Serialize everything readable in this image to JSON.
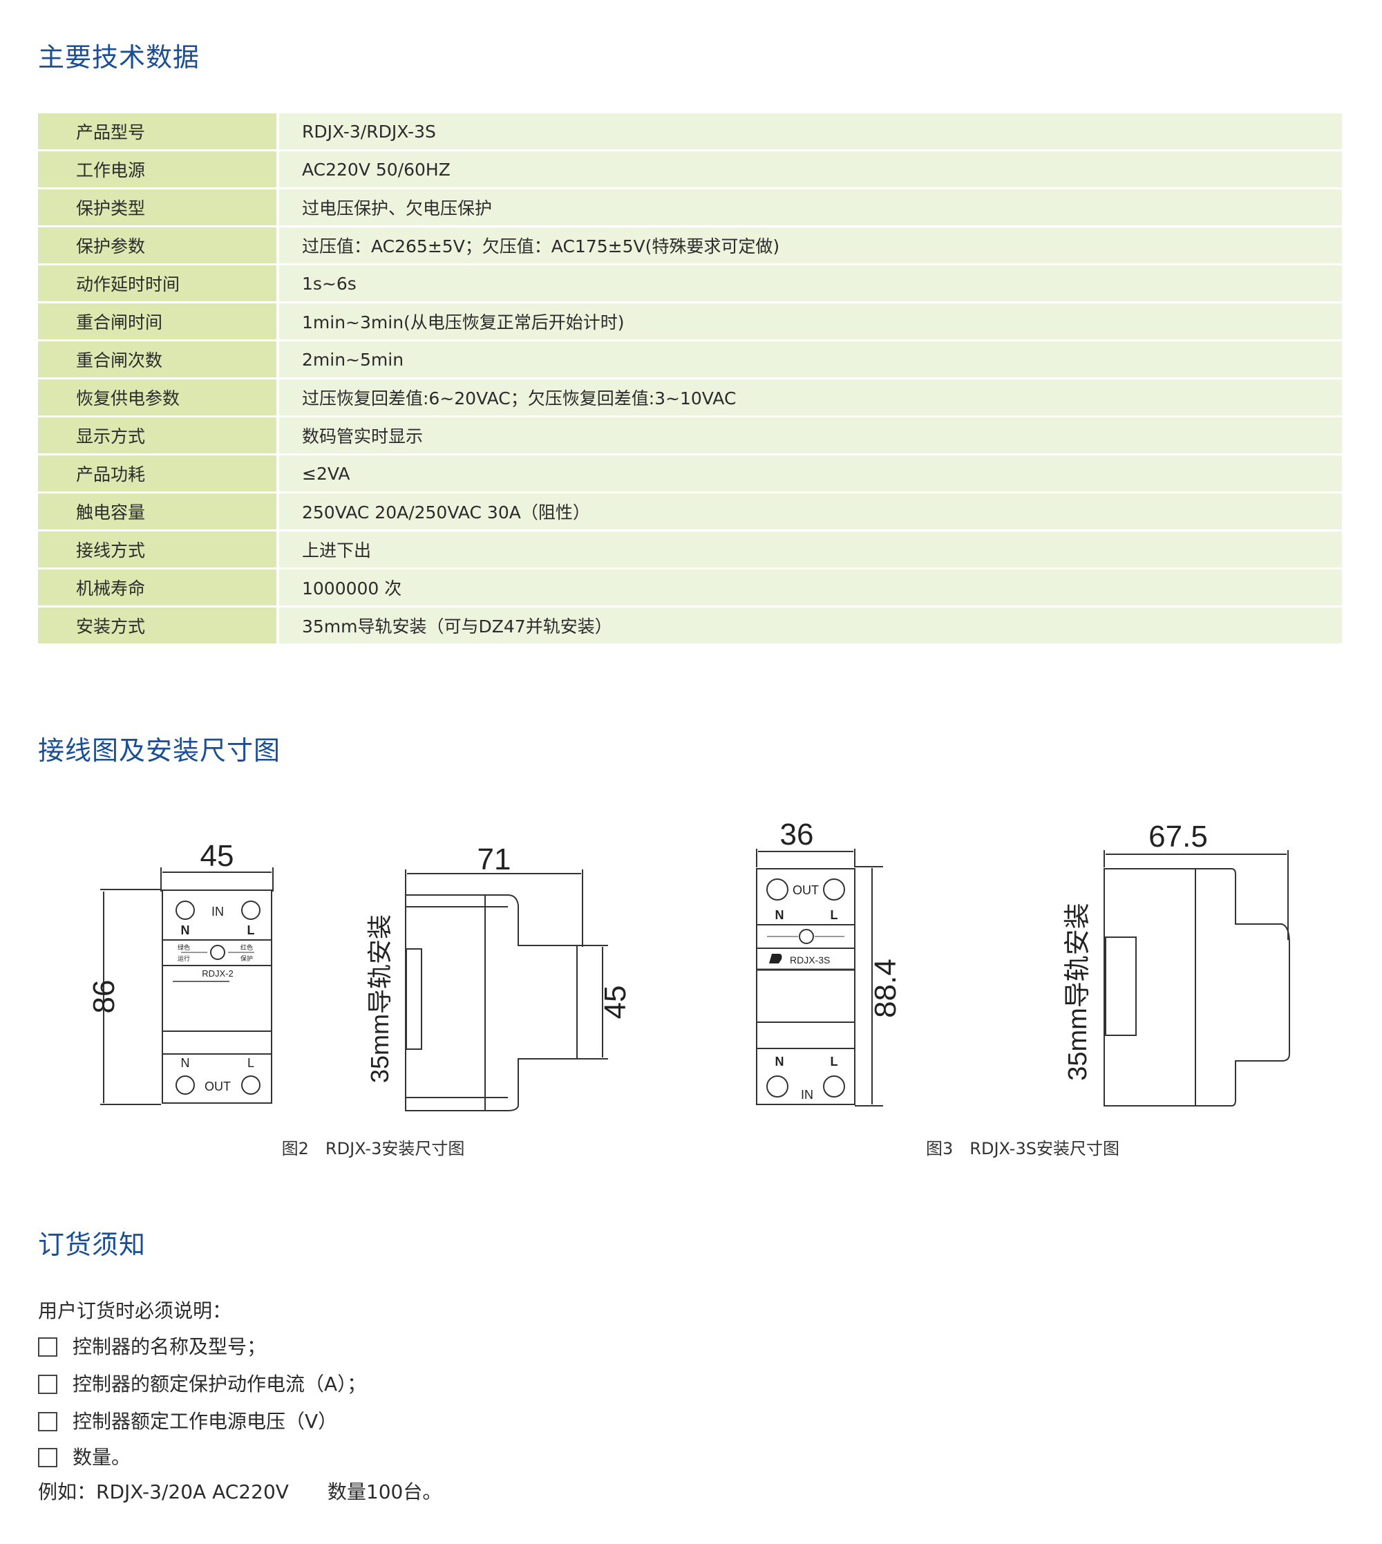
{
  "sections": {
    "specs_title": "主要技术数据",
    "wiring_title": "接线图及安装尺寸图",
    "order_title": "订货须知"
  },
  "specs": [
    {
      "label": "产品型号",
      "value": "RDJX-3/RDJX-3S"
    },
    {
      "label": "工作电源",
      "value": "AC220V  50/60HZ"
    },
    {
      "label": "保护类型",
      "value": "过电压保护、欠电压保护"
    },
    {
      "label": "保护参数",
      "value": "过压值：AC265±5V；欠压值：AC175±5V(特殊要求可定做)"
    },
    {
      "label": "动作延时时间",
      "value": "1s~6s"
    },
    {
      "label": "重合闸时间",
      "value": "1min~3min(从电压恢复正常后开始计时)"
    },
    {
      "label": "重合闸次数",
      "value": "2min~5min"
    },
    {
      "label": "恢复供电参数",
      "value": "过压恢复回差值:6~20VAC；欠压恢复回差值:3~10VAC"
    },
    {
      "label": "显示方式",
      "value": "数码管实时显示"
    },
    {
      "label": "产品功耗",
      "value": "≤2VA"
    },
    {
      "label": "触电容量",
      "value": "250VAC  20A/250VAC  30A（阻性）"
    },
    {
      "label": "接线方式",
      "value": "上进下出"
    },
    {
      "label": "机械寿命",
      "value": "1000000 次"
    },
    {
      "label": "安装方式",
      "value": "35mm导轨安装（可与DZ47并轨安装）"
    }
  ],
  "figures": {
    "fig2": {
      "caption": "图2　RDJX-3安装尺寸图",
      "width": "45",
      "height": "86",
      "depth": "71",
      "rail_height": "45",
      "rail_label": "35mm导轨安装",
      "top_label": "IN",
      "bottom_label": "OUT",
      "n": "N",
      "l": "L",
      "green": "绿色",
      "run": "运行",
      "red": "红色",
      "protect": "保护",
      "model": "RDJX-2"
    },
    "fig3": {
      "caption": "图3　RDJX-3S安装尺寸图",
      "width": "36",
      "height": "88.4",
      "depth": "67.5",
      "rail_label": "35mm导轨安装",
      "top_label": "OUT",
      "bottom_label": "IN",
      "n": "N",
      "l": "L",
      "model": "RDJX-3S"
    }
  },
  "order": {
    "intro": "用户订货时必须说明：",
    "items": [
      "控制器的名称及型号；",
      "控制器的额定保护动作电流（A）；",
      "控制器额定工作电源电压（V）",
      "数量。"
    ],
    "example": "例如：RDJX-3/20A  AC220V　　数量100台。"
  }
}
